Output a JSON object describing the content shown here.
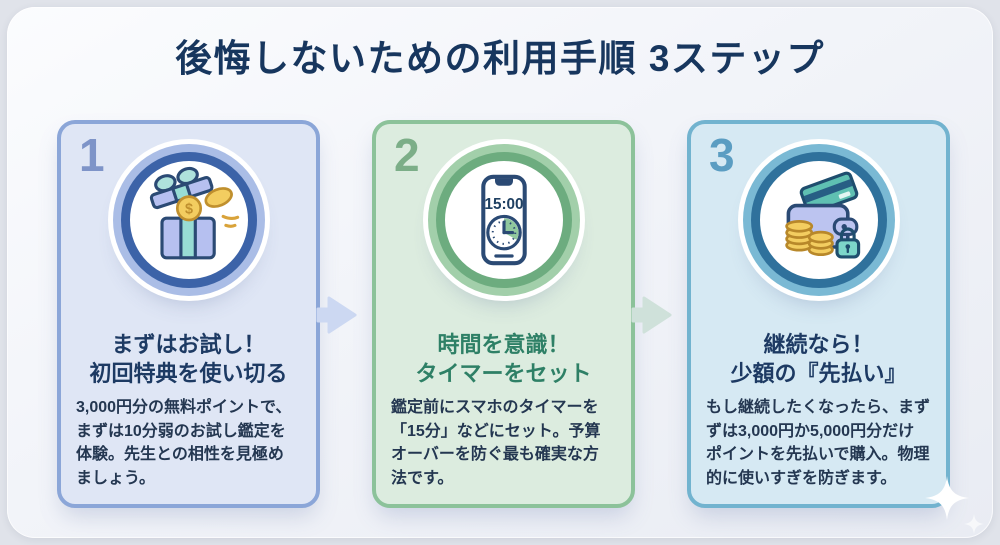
{
  "header": {
    "title": "後悔しないための利用手順 3ステップ"
  },
  "steps": [
    {
      "number": "1",
      "icon": "gift-box-with-coins",
      "title_line1": "まずはお試し！",
      "title_line2": "初回特典を使い切る",
      "body_lines": [
        "3,000円分の無料ポイントで、",
        "まずは10分弱のお試し鑑定を",
        "体験。先生との相性を見極め",
        "ましょう。"
      ],
      "accent_border": "#8ba6d8",
      "accent_title": "#1d3a63",
      "coin_symbol": "$"
    },
    {
      "number": "2",
      "icon": "smartphone-timer",
      "phone_display_time": "15:00",
      "title_line1": "時間を意識！",
      "title_line2": "タイマーをセット",
      "body_lines": [
        "鑑定前にスマホのタイマーを",
        "「15分」などにセット。予算",
        "オーバーを防ぐ最も確実な方",
        "法です。"
      ],
      "accent_border": "#8cc29a",
      "accent_title": "#2e8066"
    },
    {
      "number": "3",
      "icon": "wallet-card-coins-lock",
      "title_line1": "継続なら！",
      "title_line2": "少額の『先払い』",
      "body_lines": [
        "もし継続したくなったら、まず",
        "ずは3,000円か5,000円分だけ",
        "ポイントを先払いで購入。物理",
        "的に使いすぎを防ぎます。"
      ],
      "accent_border": "#72b3cf",
      "accent_title": "#1d3a63"
    }
  ],
  "colors": {
    "title_text": "#17365e",
    "outer_background": "#e0e3ea",
    "panel_background": "#f2f4f9",
    "body_text": "#243751",
    "arrow_1": "#ccd8f2",
    "arrow_2": "#cfe1da",
    "sparkle": "#ffffff"
  }
}
